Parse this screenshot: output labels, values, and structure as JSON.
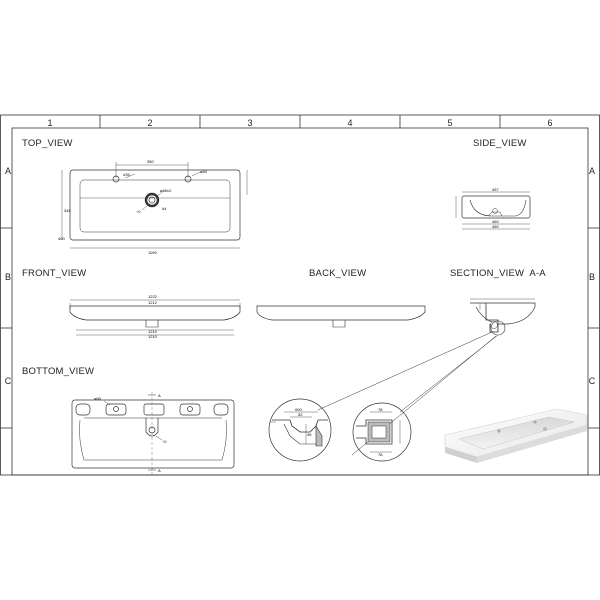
{
  "columns": [
    "1",
    "2",
    "3",
    "4",
    "5",
    "6"
  ],
  "rows": [
    "A",
    "B",
    "C"
  ],
  "views": {
    "top": "TOP_VIEW",
    "side": "SIDE_VIEW",
    "front": "FRONT_VIEW",
    "back": "BACK_VIEW",
    "section": "SECTION_VIEW  A-A",
    "bottom": "BOTTOM_VIEW"
  },
  "dimensions": {
    "top_hole_spacing": "350",
    "top_hole_right": "ø64",
    "top_hole_left": "ò35",
    "top_drain": "ø45±2",
    "top_overflow": "÷0",
    "top_overflow2": "ö4",
    "top_depth": "345",
    "top_total_width": "1199",
    "top_left_small": "400",
    "side_top": "457",
    "side_mid": "460",
    "side_bottom": "460",
    "front_width_top": "1222",
    "front_width_mid": "1212",
    "front_width_bottom1": "1210",
    "front_width_bottom2": "1210",
    "bottom_hole": "ø60",
    "bottom_marker": "A",
    "bottom_drain": "÷0",
    "detail1_top": "ñ00",
    "detail1_mid": "õ2",
    "detail1_side": "45",
    "detail2_top": "78",
    "detail2_bottom": "78"
  },
  "photo_alt_icon": "basin-photo"
}
